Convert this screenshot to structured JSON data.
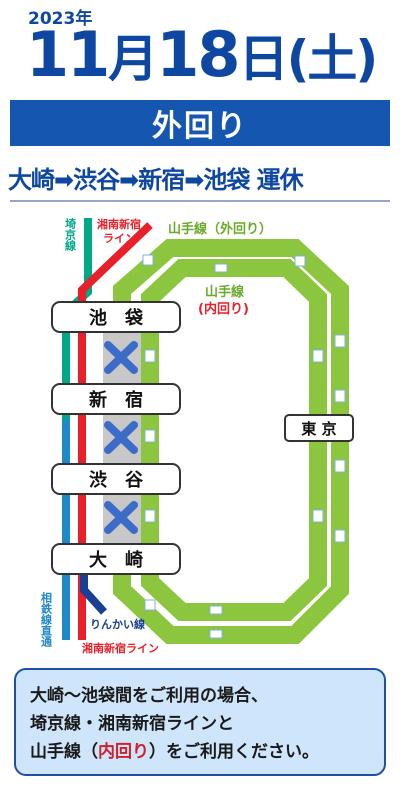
{
  "header": {
    "year": "2023年",
    "month": "11",
    "month_unit": "月",
    "day": "18",
    "day_unit": "日",
    "weekday": "(土)"
  },
  "banner": {
    "label": "外回り"
  },
  "suspension": {
    "text": "大崎➡渋谷➡新宿➡池袋 運休"
  },
  "map": {
    "lines": {
      "saikyo": "埼京線",
      "shonan_top_1": "湘南新宿",
      "shonan_top_2": "ライン",
      "yamanote_outer": "山手線（外回り）",
      "yamanote_inner_1": "山手線",
      "yamanote_inner_2": "(内回り)",
      "sotetsu": "相鉄線直通",
      "rinkai": "りんかい線",
      "shonan_bottom": "湘南新宿ライン"
    },
    "stations": {
      "ikebukuro": "池　袋",
      "shinjuku": "新　宿",
      "shibuya": "渋　谷",
      "osaki": "大　崎",
      "tokyo": "東 京"
    },
    "colors": {
      "yamanote": "#8cc63f",
      "saikyo": "#00a887",
      "shonan": "#e8202a",
      "rinkai": "#1a3f95",
      "sotetsu": "#1e88c8",
      "cross": "#3a6cc8"
    }
  },
  "notice": {
    "line1": "大崎〜池袋間をご利用の場合、",
    "line2": "埼京線・湘南新宿ラインと",
    "line3_a": "山手線（",
    "line3_red": "内回り",
    "line3_b": "）をご利用ください。"
  }
}
